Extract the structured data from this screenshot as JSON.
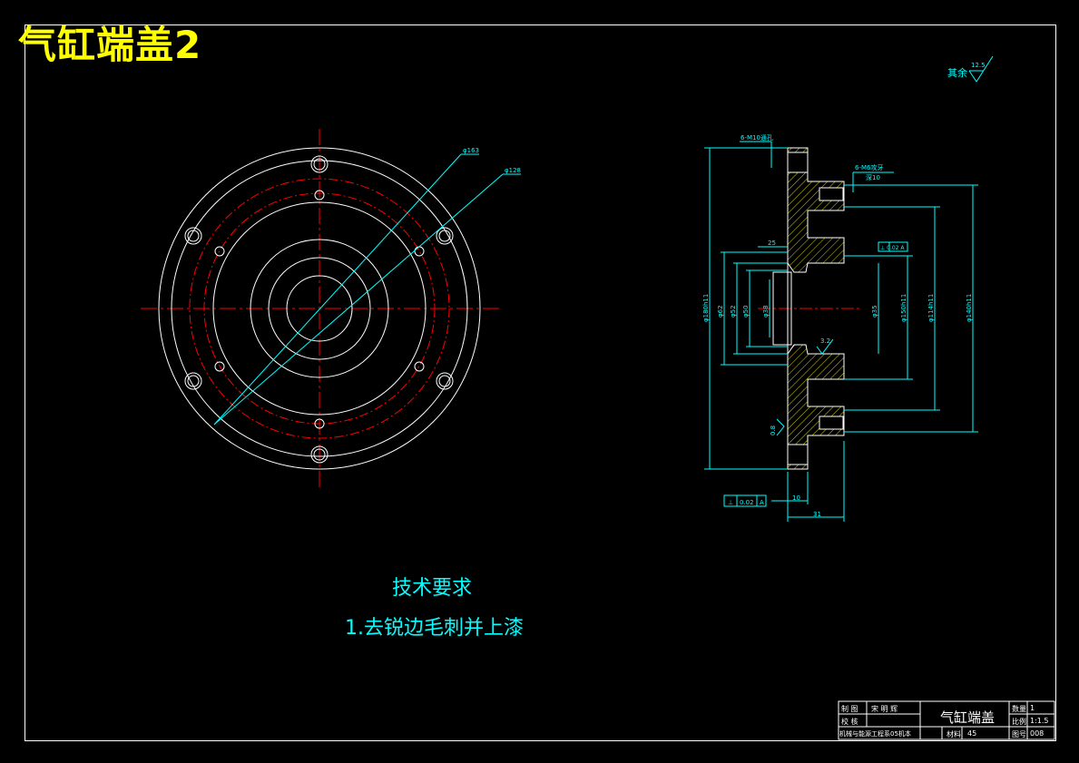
{
  "overlay_title": "气缸端盖2",
  "technical_requirements": {
    "heading": "技术要求",
    "item_1": "1.去锐边毛刺并上漆"
  },
  "surface_finish": {
    "label": "其余",
    "value": "12.5"
  },
  "front_view_dims": {
    "d163": "φ163",
    "d128": "φ128"
  },
  "section_view_dims": {
    "holes_top": "6-M10通孔",
    "thread_holes": "6-M6攻牙",
    "thread_depth": "深10",
    "d25": "25",
    "d180": "φ180h11",
    "d62": "φ62",
    "d52": "φ52",
    "d50": "φ50",
    "d38": "φ38",
    "d35": "φ35",
    "d150": "φ150h11",
    "d114": "φ114h11",
    "d140": "φ140h11",
    "d8_bottom": "0.8",
    "d3_2": "3.2",
    "dim_10": "10",
    "dim_31": "31",
    "tolerance_left_sym": "⊥",
    "tolerance_left": "0.02",
    "tolerance_left_datum": "A",
    "tolerance_right": "⊥ 0.02 A"
  },
  "title_block": {
    "drawn_label": "制 图",
    "drawn_name": "宋 明 辉",
    "checked_label": "校 核",
    "school": "机械与能源工程系05机本",
    "part_name": "气缸端盖",
    "quantity_label": "数量",
    "quantity_value": "1",
    "scale_label": "比例",
    "scale_value": "1:1.5",
    "material_label": "材料",
    "material_value": "45",
    "drawing_no_label": "图号",
    "drawing_no_value": "008"
  }
}
